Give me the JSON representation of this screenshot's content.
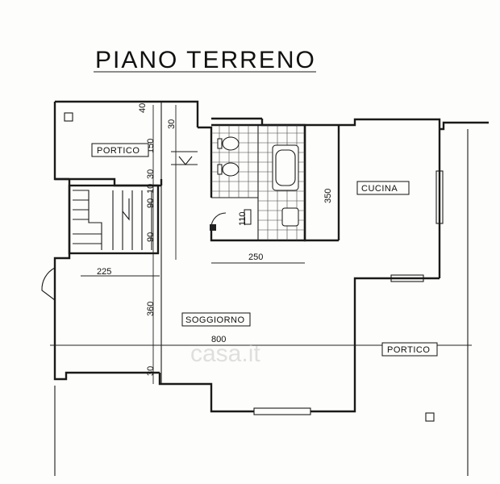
{
  "title": "PIANO TERRENO",
  "rooms": {
    "portico_top": "PORTICO",
    "cucina": "CUCINA",
    "soggiorno": "SOGGIORNO",
    "portico_right": "PORTICO"
  },
  "dimensions": {
    "d40": "40",
    "d30a": "30",
    "d150": "150",
    "d30b": "30",
    "d90a": "90",
    "d10": "10",
    "d90b": "90",
    "d110": "110",
    "d350": "350",
    "d250": "250",
    "d225": "225",
    "d360": "360",
    "d800": "800",
    "d30c": "30"
  },
  "watermark": "casa.it"
}
